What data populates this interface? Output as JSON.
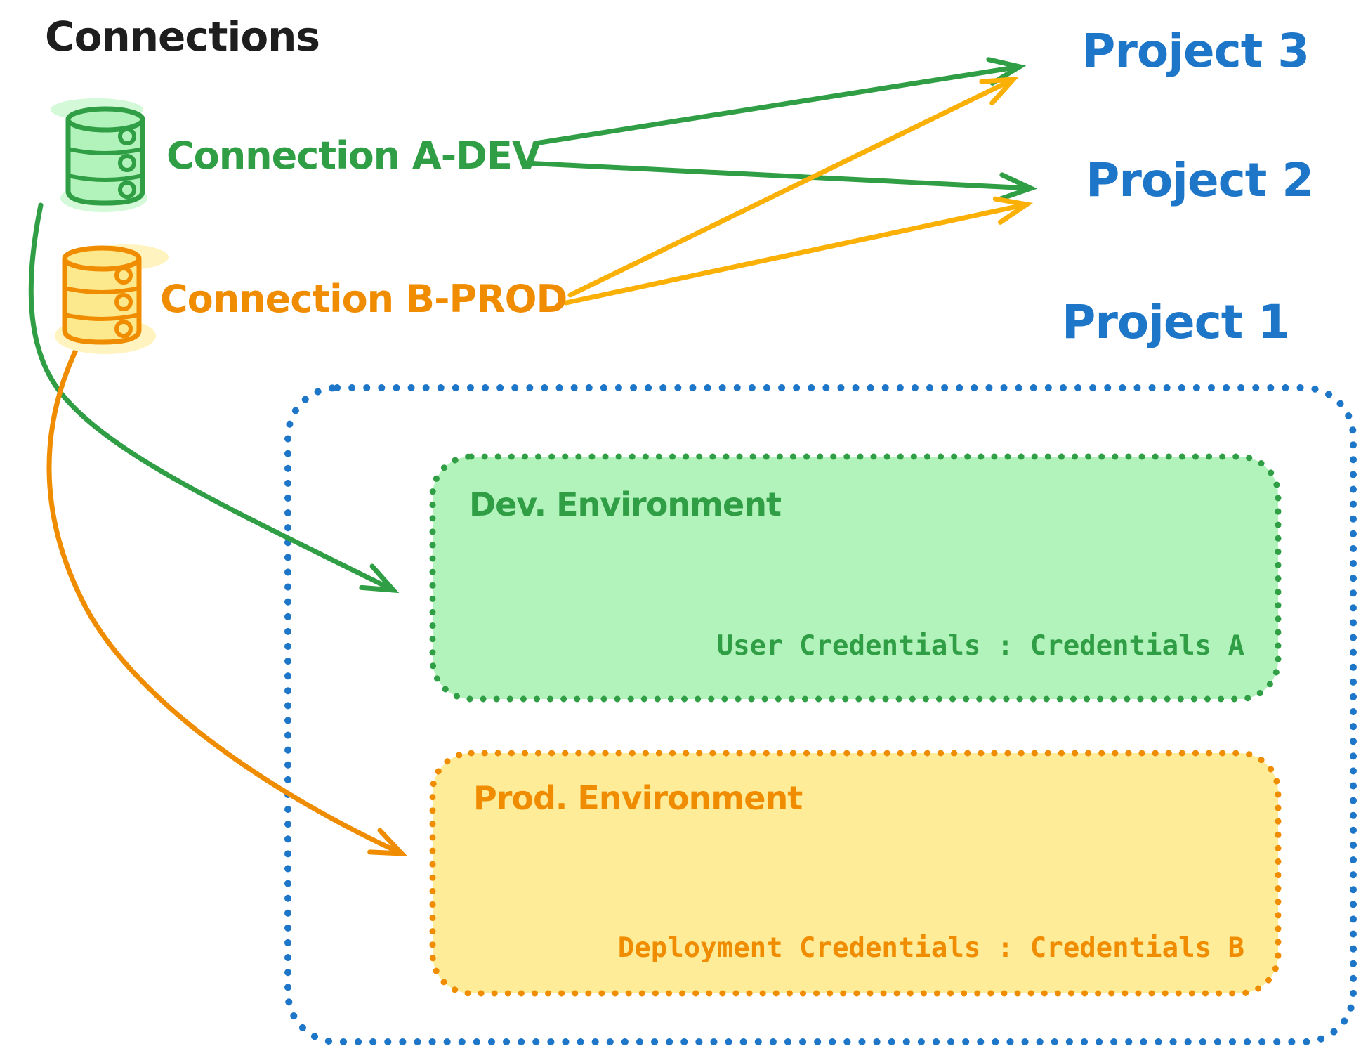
{
  "diagram": {
    "title": "Connections",
    "connections": [
      {
        "name": "Connection A-DEV",
        "type": "database",
        "stroke": "#2f9e44",
        "fill": "#b2f2bb"
      },
      {
        "name": "Connection B-PROD",
        "type": "database",
        "stroke": "#f08c00",
        "fill": "#fce88d"
      }
    ],
    "projects": [
      "Project 3",
      "Project 2",
      "Project 1"
    ],
    "project1_detail": {
      "label": "Project 1",
      "border_color": "#1d76c8",
      "environments": [
        {
          "title": "Dev. Environment",
          "credentials_label": "User Credentials : Credentials A",
          "stroke": "#2f9e44",
          "fill": "#b2f2bb"
        },
        {
          "title": "Prod. Environment",
          "credentials_label": "Deployment Credentials : Credentials B",
          "stroke": "#f08c00",
          "fill": "#ffec99"
        }
      ]
    },
    "mappings": [
      {
        "from": "Connection A-DEV",
        "to": "Project 3",
        "color": "#2f9e44",
        "style": "straight"
      },
      {
        "from": "Connection A-DEV",
        "to": "Project 2",
        "color": "#2f9e44",
        "style": "straight"
      },
      {
        "from": "Connection B-PROD",
        "to": "Project 3",
        "color": "#fab005",
        "style": "straight"
      },
      {
        "from": "Connection B-PROD",
        "to": "Project 2",
        "color": "#fab005",
        "style": "straight"
      },
      {
        "from": "Connection A-DEV",
        "to": "Dev. Environment",
        "color": "#2f9e44",
        "style": "curved"
      },
      {
        "from": "Connection B-PROD",
        "to": "Prod. Environment",
        "color": "#f08c00",
        "style": "curved"
      }
    ],
    "colors": {
      "title_text": "#1e1e1e",
      "project_text": "#1d76c8",
      "green": "#2f9e44",
      "green_fill": "#b2f2bb",
      "orange": "#f08c00",
      "amber": "#fab005",
      "yellow_fill": "#ffec99"
    }
  }
}
